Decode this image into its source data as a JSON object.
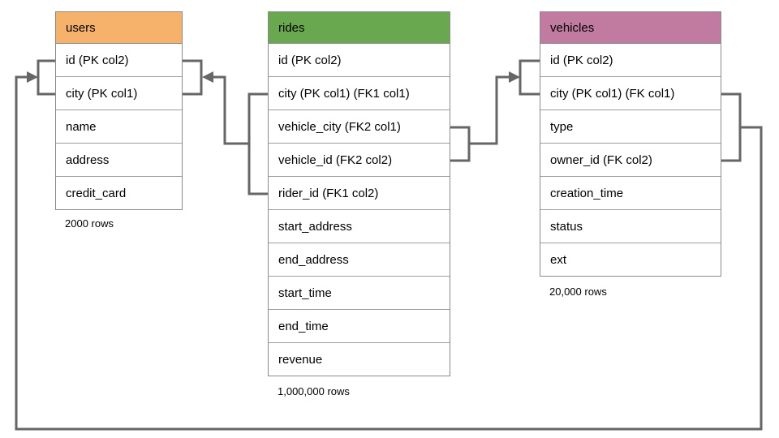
{
  "diagram": {
    "line_color": "#666666",
    "tables": [
      {
        "name": "users",
        "header_color": "#F6B26B",
        "columns": [
          "id (PK col2)",
          "city (PK col1)",
          "name",
          "address",
          "credit_card"
        ],
        "row_count_label": "2000 rows"
      },
      {
        "name": "rides",
        "header_color": "#6AA84F",
        "columns": [
          "id (PK col2)",
          "city (PK col1) (FK1 col1)",
          "vehicle_city (FK2 col1)",
          "vehicle_id (FK2 col2)",
          "rider_id (FK1 col2)",
          "start_address",
          "end_address",
          "start_time",
          "end_time",
          "revenue"
        ],
        "row_count_label": "1,000,000 rows"
      },
      {
        "name": "vehicles",
        "header_color": "#C27BA0",
        "columns": [
          "id (PK col2)",
          "city (PK col1) (FK col1)",
          "type",
          "owner_id (FK col2)",
          "creation_time",
          "status",
          "ext"
        ],
        "row_count_label": "20,000 rows"
      }
    ],
    "relationships": [
      {
        "label": "FK1",
        "from": "rides (city, rider_id)",
        "to": "users (id, city)"
      },
      {
        "label": "FK2",
        "from": "rides (vehicle_city, vehicle_id)",
        "to": "vehicles (id, city)"
      },
      {
        "label": "FK",
        "from": "vehicles (city, owner_id)",
        "to": "users (id, city)"
      }
    ]
  }
}
